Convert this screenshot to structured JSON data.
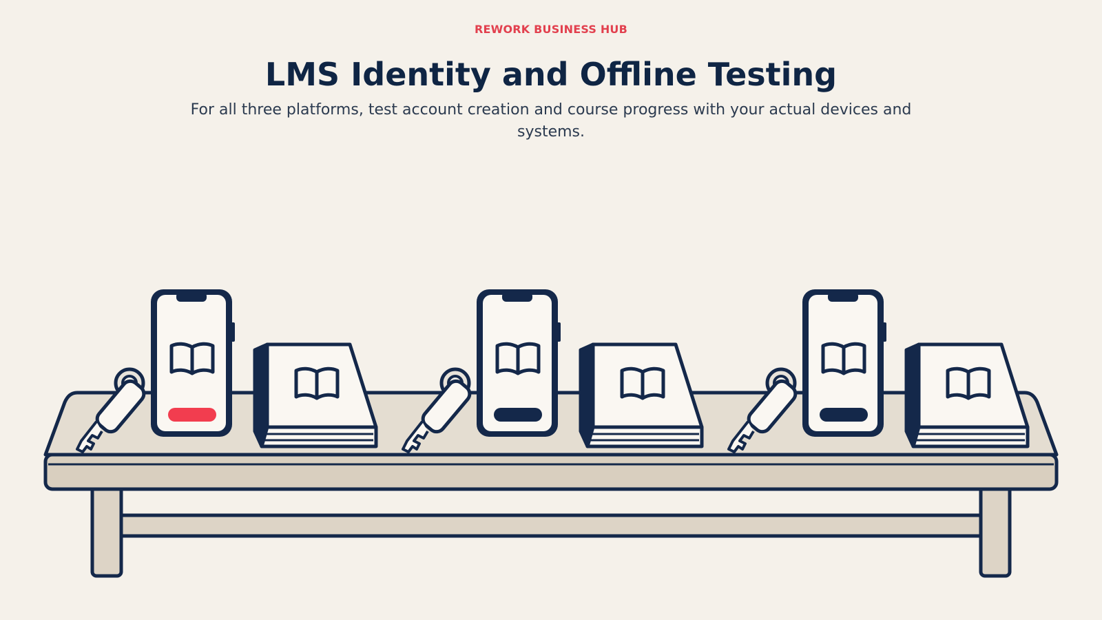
{
  "header": {
    "brand": "REWORK BUSINESS HUB",
    "title": "LMS Identity and Offline Testing",
    "subtitle": "For all three platforms, test account creation and course progress with your actual devices and systems."
  },
  "colors": {
    "background": "#f5f1ea",
    "ink": "#14284a",
    "accent": "#f23d4f",
    "table": "#ddd4c6",
    "paper": "#faf7f2"
  },
  "illustration": {
    "icons": [
      "table",
      "key-icon",
      "phone-icon",
      "open-book-icon",
      "book-icon"
    ],
    "stations": [
      {
        "phone_bar_color": "#f23d4f"
      },
      {
        "phone_bar_color": "#14284a"
      },
      {
        "phone_bar_color": "#14284a"
      }
    ]
  }
}
